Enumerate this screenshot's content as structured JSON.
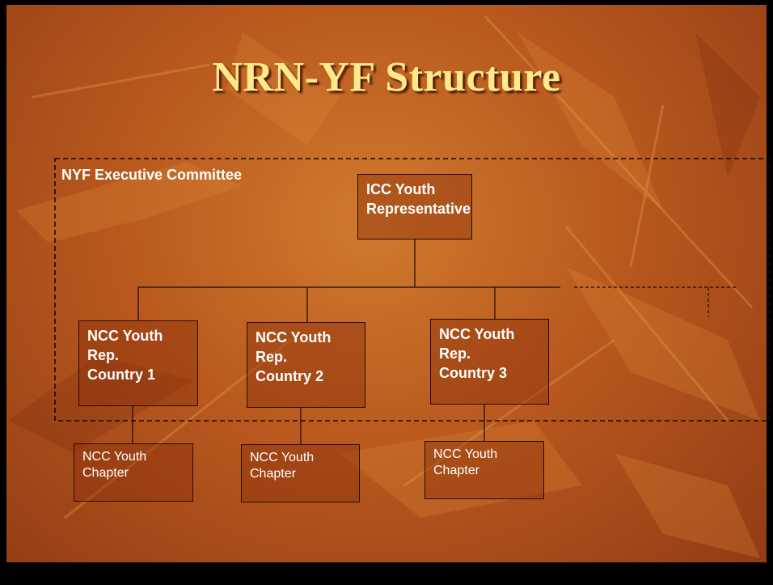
{
  "slide": {
    "title": "NRN-YF Structure",
    "exec_committee_label": "NYF Executive Committee",
    "icc_box": "ICC Youth\nRepresentative",
    "ncc_reps": [
      "NCC Youth\nRep.\nCountry 1",
      "NCC Youth\nRep.\nCountry 2",
      "NCC Youth\nRep.\nCountry 3"
    ],
    "chapters": [
      "NCC Youth\nChapter",
      "NCC Youth\nChapter",
      "NCC Youth\nChapter"
    ]
  },
  "colors": {
    "title": "#ffe98a",
    "text": "#ffffff",
    "line": "#1a0800"
  }
}
